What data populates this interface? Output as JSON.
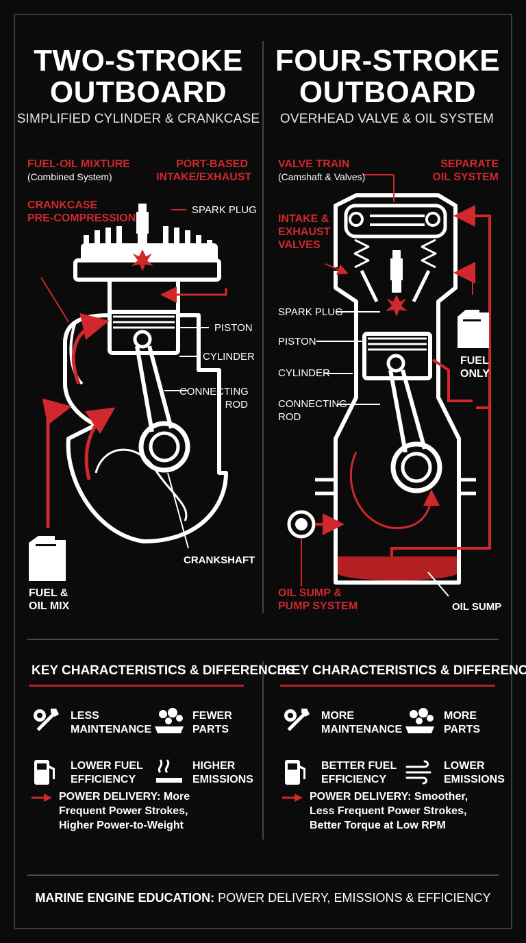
{
  "colors": {
    "accent": "#d0282c",
    "background": "#0b0b0b",
    "line": "#ffffff"
  },
  "left": {
    "title_line1": "TWO-STROKE",
    "title_line2": "OUTBOARD",
    "subtitle": "SIMPLIFIED CYLINDER & CRANKCASE",
    "labels": {
      "fuel_oil_mixture": "FUEL-OIL MIXTURE",
      "combined_system": "(Combined System)",
      "port_based_1": "PORT-BASED",
      "port_based_2": "INTAKE/EXHAUST",
      "crankcase_1": "CRANKCASE",
      "crankcase_2": "PRE-COMPRESSION",
      "spark_plug": "SPARK PLUG",
      "piston": "PISTON",
      "cylinder": "CYLINDER",
      "connecting_1": "CONNECTING",
      "connecting_2": "ROD",
      "crankshaft": "CRANKSHAFT",
      "fuel_oil_mix_1": "FUEL &",
      "fuel_oil_mix_2": "OIL MIX"
    }
  },
  "right": {
    "title_line1": "FOUR-STROKE",
    "title_line2": "OUTBOARD",
    "subtitle": "OVERHEAD VALVE & OIL SYSTEM",
    "labels": {
      "valve_train": "VALVE TRAIN",
      "camshaft_valves": "(Camshaft & Valves)",
      "separate_1": "SEPARATE",
      "separate_2": "OIL SYSTEM",
      "intake_1": "INTAKE &",
      "intake_2": "EXHAUST",
      "intake_3": "VALVES",
      "spark_plug": "SPARK PLUG",
      "piston": "PISTON",
      "cylinder": "CYLINDER",
      "connecting_1": "CONNECTING",
      "connecting_2": "ROD",
      "fuel_only_1": "FUEL",
      "fuel_only_2": "ONLY",
      "oil_sump_pump_1": "OIL SUMP &",
      "oil_sump_pump_2": "PUMP SYSTEM",
      "oil_sump": "OIL SUMP"
    }
  },
  "key_left": {
    "heading": "KEY CHARACTERISTICS & DIFFERENCES",
    "f1a": "LESS",
    "f1b": "MAINTENANCE",
    "f2a": "FEWER",
    "f2b": "PARTS",
    "f3a": "LOWER FUEL",
    "f3b": "EFFICIENCY",
    "f4a": "HIGHER",
    "f4b": "EMISSIONS",
    "power1": "POWER DELIVERY: More",
    "power2": "Frequent Power Strokes,",
    "power3": "Higher Power-to-Weight"
  },
  "key_right": {
    "heading": "KEY CHARACTERISTICS & DIFFERENCES",
    "f1a": "MORE",
    "f1b": "MAINTENANCE",
    "f2a": "MORE",
    "f2b": "PARTS",
    "f3a": "BETTER FUEL",
    "f3b": "EFFICIENCY",
    "f4a": "LOWER",
    "f4b": "EMISSIONS",
    "power1": "POWER DELIVERY: Smoother,",
    "power2": "Less Frequent Power Strokes,",
    "power3": "Better Torque at Low RPM"
  },
  "footer": {
    "bold": "MARINE ENGINE EDUCATION:",
    "rest": " POWER DELIVERY, EMISSIONS & EFFICIENCY"
  }
}
